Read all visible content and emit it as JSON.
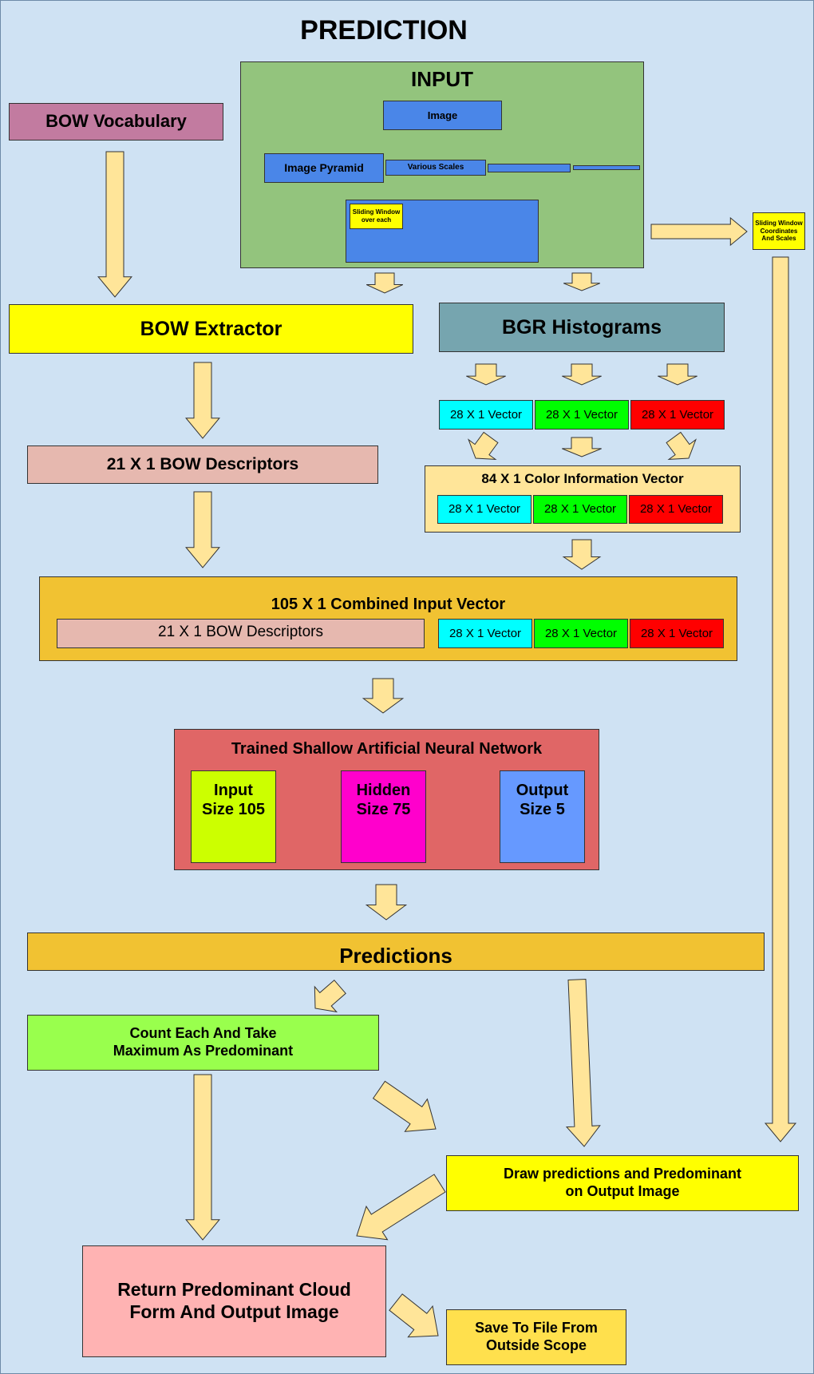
{
  "title": "PREDICTION",
  "input": {
    "title": "INPUT",
    "image": "Image",
    "pyramid": "Image Pyramid",
    "scales": "Various Scales",
    "sliding": "Sliding Window over each"
  },
  "coords": "Sliding Window Coordinates And Scales",
  "bow_vocab": "BOW Vocabulary",
  "bow_extractor": "BOW Extractor",
  "bgr": "BGR Histograms",
  "vec": "28 X 1 Vector",
  "bow_desc": "21 X 1 BOW Descriptors",
  "color_info": "84 X 1 Color Information Vector",
  "combined": {
    "title": "105 X 1 Combined Input Vector",
    "bow": "21 X 1 BOW Descriptors"
  },
  "ann": {
    "title": "Trained Shallow Artificial Neural Network",
    "input": "Input\nSize 105",
    "hidden": "Hidden\nSize 75",
    "output": "Output\nSize 5"
  },
  "predictions": "Predictions",
  "count": "Count Each And Take\nMaximum As Predominant",
  "draw": "Draw predictions and Predominant\non Output Image",
  "ret": "Return Predominant Cloud\nForm And Output Image",
  "save": "Save To File From\nOutside Scope",
  "colors": {
    "background": "#cfe2f3",
    "input_panel": "#93c47d",
    "blue": "#4a86e8",
    "yellow": "#ffff00",
    "vocab": "#c27ba0",
    "bgr": "#76a5af",
    "pink": "#e6b8af",
    "cyan": "#00ffff",
    "green": "#00ff00",
    "red": "#ff0000",
    "light_orange": "#ffe599",
    "orange": "#f1c232",
    "ann": "#e06666",
    "lime": "#ccff00",
    "magenta": "#ff00cc",
    "output": "#6699ff",
    "count": "#99ff4d",
    "return": "#ffb3b3",
    "arrow_fill": "#ffe599",
    "dark_arrow": "#4c1130"
  }
}
